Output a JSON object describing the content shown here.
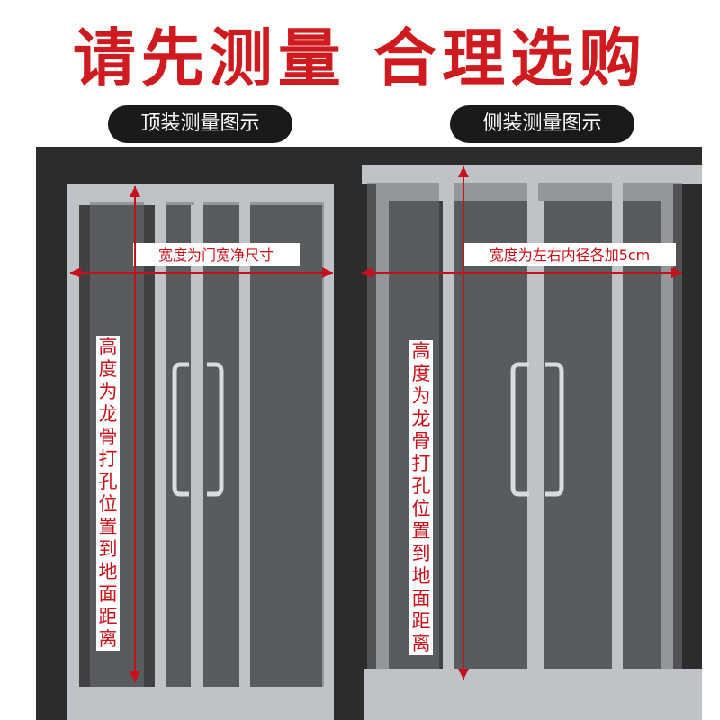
{
  "headline": {
    "text": "请先测量 合理选购",
    "color": "#cf1a1f"
  },
  "sections": {
    "top_mount": {
      "title": "顶装测量图示",
      "width_label": "宽度为门宽净尺寸",
      "height_label": "高度为龙骨打孔位置到地面距离"
    },
    "side_mount": {
      "title": "侧装测量图示",
      "width_label": "宽度为左右内径各加5cm",
      "height_label": "高度为龙骨打孔位置到地面距离"
    }
  },
  "colors": {
    "pill_bg": "#1a1a1a",
    "scene_bg": "#2c2c2c",
    "frame": "#bfc3c7",
    "strip": "#6f7377",
    "glass": "#3f4143",
    "handle": "#d9dcdf",
    "measure": "#c8101a",
    "label_bg": "#ffffff"
  }
}
